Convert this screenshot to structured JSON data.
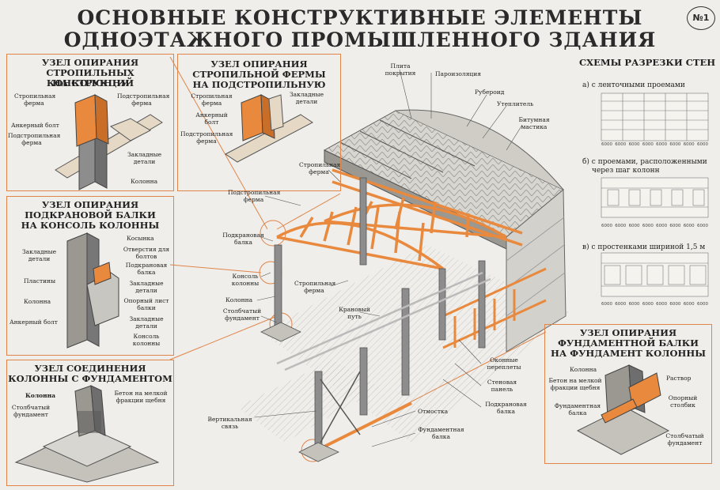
{
  "title_line1": "ОСНОВНЫЕ КОНСТРУКТИВНЫЕ ЭЛЕМЕНТЫ",
  "title_line2": "ОДНОЭТАЖНОГО ПРОМЫШЛЕННОГО ЗДАНИЯ",
  "badge": "№1",
  "colors": {
    "accent": "#e8893e",
    "line": "#e0854a",
    "ink": "#2a2a2a",
    "gray": "#8d8d8d",
    "paper": "#efeeea"
  },
  "panel1": {
    "heading": [
      "УЗЕЛ ОПИРАНИЯ",
      "СТРОПИЛЬНЫХ КОНСТРУКЦИЙ",
      "НА КОЛОННУ"
    ],
    "labels": {
      "truss": "Стропильная ферма",
      "subtruss": "Подстропильная ферма",
      "anchor": "Анкерный болт",
      "subtruss2": "Подстропильная ферма",
      "embedded": "Закладные детали",
      "column": "Колонна"
    }
  },
  "panel2": {
    "heading": [
      "УЗЕЛ ОПИРАНИЯ",
      "СТРОПИЛЬНОЙ ФЕРМЫ",
      "НА ПОДСТРОПИЛЬНУЮ"
    ],
    "labels": {
      "truss": "Стропильная ферма",
      "embedded": "Закладные детали",
      "anchor": "Анкерный болт",
      "subtruss": "Подстропильная ферма"
    }
  },
  "panel3": {
    "heading": [
      "УЗЕЛ ОПИРАНИЯ",
      "ПОДКРАНОВОЙ БАЛКИ",
      "НА КОНСОЛЬ КОЛОННЫ"
    ],
    "labels": {
      "gusset": "Косынка",
      "holes": "Отверстия для болтов",
      "crane_beam": "Подкрановая балка",
      "embedded_l": "Закладные детали",
      "embedded_r": "Закладные детали",
      "plates": "Пластины",
      "column": "Колонна",
      "bearing_sheet": "Опорный лист балки",
      "anchor": "Анкерный болт",
      "embedded_r2": "Закладные детали",
      "console": "Консоль колонны"
    }
  },
  "panel4": {
    "heading": [
      "УЗЕЛ СОЕДИНЕНИЯ",
      "КОЛОННЫ С ФУНДАМЕНТОМ"
    ],
    "labels": {
      "column": "Колонна",
      "footing": "Столбчатый фундамент",
      "concrete": "Бетон на мелкой фракции щебня"
    }
  },
  "panel5": {
    "heading": [
      "УЗЕЛ ОПИРАНИЯ",
      "ФУНДАМЕНТНОЙ БАЛКИ",
      "НА ФУНДАМЕНТ КОЛОННЫ"
    ],
    "labels": {
      "column": "Колонна",
      "concrete": "Бетон на мелкой фракции щебня",
      "mortar": "Раствор",
      "support": "Опорный столбик",
      "beam": "Фундаментная балка",
      "footing": "Столбчатый фундамент"
    }
  },
  "walls": {
    "heading": "СХЕМЫ РАЗРЕЗКИ СТЕН",
    "a": "а) с ленточными проемами",
    "b": "б) с проемами, расположенными через шаг колонн",
    "c": "в) с простенками шириной 1,5 м",
    "dims": [
      "6000",
      "6000",
      "6000",
      "6000",
      "6000",
      "6000",
      "6000",
      "6000"
    ]
  },
  "main": {
    "roof_slab": "Плита покрытия",
    "vapor": "Пароизоляция",
    "ruberoid": "Рубероид",
    "insulation": "Утеплитель",
    "mastic": "Битумная мастика",
    "truss_top": "Стропильная ферма",
    "subtruss": "Подстропильная ферма",
    "crane_beam": "Подкрановая балка",
    "console": "Консоль колонны",
    "column": "Колонна",
    "footing": "Столбчатый фундамент",
    "truss_mid": "Стропильная ферма",
    "crane_track": "Крановый путь",
    "window": "Оконные переплеты",
    "wall_panel": "Стеновая панель",
    "crane_beam2": "Подкрановая балка",
    "bracing": "Вертикальная связь",
    "blind_area": "Отмостка",
    "foundation_beam": "Фундаментная балка"
  }
}
